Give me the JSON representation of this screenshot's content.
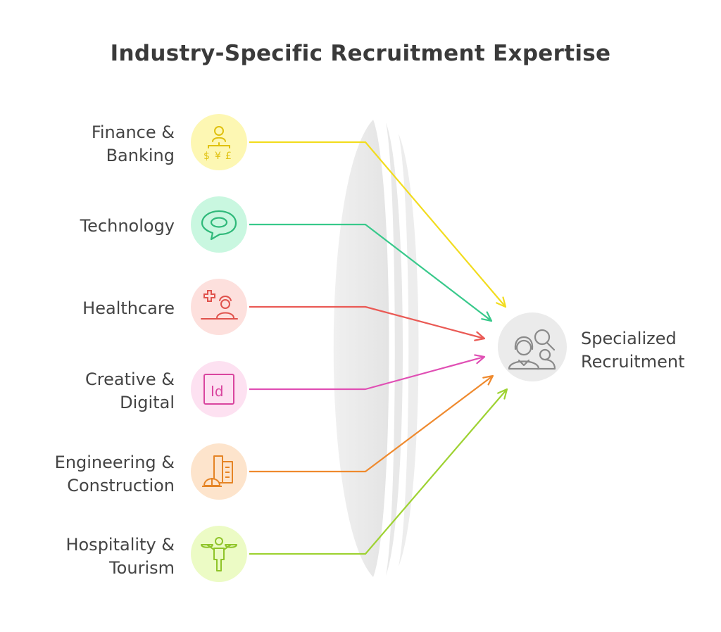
{
  "title": "Industry-Specific Recruitment Expertise",
  "sources": [
    {
      "line1": "Finance &",
      "line2": "Banking",
      "icon": "finance-icon",
      "color": "#f2dc1f",
      "bg": "#fdf7b3"
    },
    {
      "line1": "Technology",
      "line2": "",
      "icon": "chat-bubble-icon",
      "color": "#38c98b",
      "bg": "#c9f7e0"
    },
    {
      "line1": "Healthcare",
      "line2": "",
      "icon": "healthcare-icon",
      "color": "#ea5a55",
      "bg": "#fde0dd"
    },
    {
      "line1": "Creative &",
      "line2": "Digital",
      "icon": "design-app-icon",
      "color": "#e04fb4",
      "bg": "#fde1f1"
    },
    {
      "line1": "Engineering &",
      "line2": "Construction",
      "icon": "construction-icon",
      "color": "#ef8a2e",
      "bg": "#fde4cc"
    },
    {
      "line1": "Hospitality &",
      "line2": "Tourism",
      "icon": "hospitality-icon",
      "color": "#9ed232",
      "bg": "#ecfbc5"
    }
  ],
  "target": {
    "line1": "Specialized",
    "line2": "Recruitment",
    "icon": "recruiters-icon",
    "color": "#8e8e8e",
    "bg": "#ebebeb"
  }
}
